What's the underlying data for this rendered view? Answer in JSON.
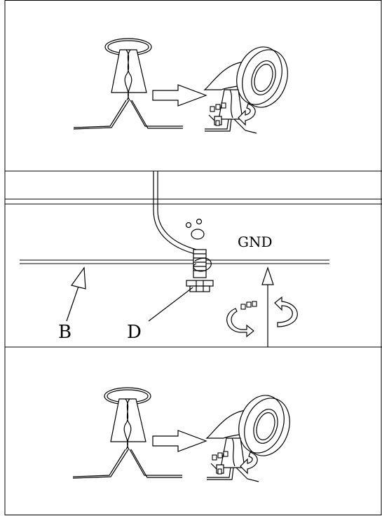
{
  "diagram": {
    "labels": {
      "gnd": "GND",
      "b": "B",
      "d": "D"
    },
    "panels": [
      {
        "name": "top-panel",
        "content": "wire-twist-and-tape"
      },
      {
        "name": "middle-panel",
        "content": "ground-screw-connection"
      },
      {
        "name": "bottom-panel",
        "content": "wire-twist-and-tape"
      }
    ],
    "icons": [
      "twisted-wire-connector-icon",
      "arrow-right-icon",
      "tape-roll-icon",
      "rotate-clockwise-icon",
      "rotate-counterclockwise-icon",
      "ground-screw-icon"
    ]
  }
}
